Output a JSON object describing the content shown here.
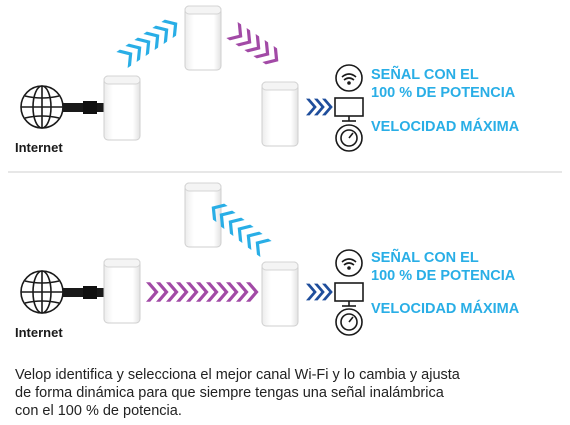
{
  "colors": {
    "accent_blue": "#29aee6",
    "accent_purple": "#a24aa6",
    "arrow_navy": "#1f4e9c",
    "node_white": "#ffffff",
    "node_shadow": "#d6d6d6",
    "divider": "#cfcfcf",
    "text_dark": "#1a1a1a"
  },
  "panels": [
    {
      "internet_label": "Internet",
      "status_line1": "SEÑAL CON EL",
      "status_line2": "100 % DE POTENCIA",
      "speed_label": "VELOCIDAD MÁXIMA",
      "icons": [
        "globe-icon",
        "wifi-icon",
        "monitor-icon",
        "speedometer-icon"
      ]
    },
    {
      "internet_label": "Internet",
      "status_line1": "SEÑAL CON EL",
      "status_line2": "100 % DE POTENCIA",
      "speed_label": "VELOCIDAD MÁXIMA",
      "icons": [
        "globe-icon",
        "wifi-icon",
        "monitor-icon",
        "speedometer-icon"
      ]
    }
  ],
  "caption": {
    "line1": "Velop identifica y selecciona el mejor canal Wi-Fi y lo cambia y ajusta",
    "line2": "de forma dinámica para que siempre tengas una señal inalámbrica",
    "line3": "con el 100 % de potencia."
  }
}
